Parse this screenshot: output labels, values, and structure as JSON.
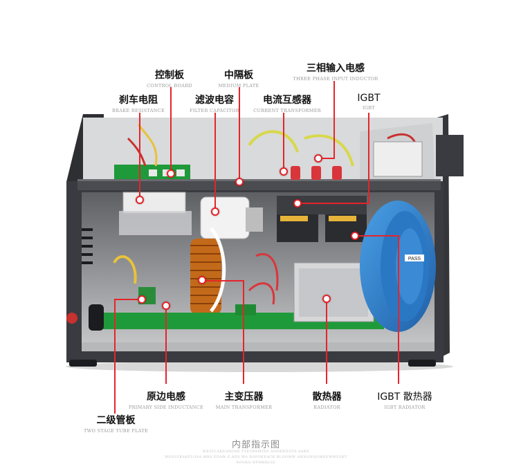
{
  "labels": {
    "control_board": {
      "zh": "控制板",
      "en": "CONTROL BOARD"
    },
    "medium_plate": {
      "zh": "中隔板",
      "en": "MEDIUM PLATE"
    },
    "three_phase_inductor": {
      "zh": "三相输入电感",
      "en": "THREE PHASE INPUT INDUCTOR"
    },
    "brake_resistance": {
      "zh": "刹车电阻",
      "en": "BRAKE RESISTANCE"
    },
    "filter_capacitor": {
      "zh": "滤波电容",
      "en": "FILTER CAPACITOR"
    },
    "current_transformer": {
      "zh": "电流互感器",
      "en": "CURRENT TRANSFORMER"
    },
    "igbt": {
      "zh": "IGBT",
      "en": "IGBT"
    },
    "primary_side_inductance": {
      "zh": "原边电感",
      "en": "PRIMARY SIDE INDUCTANCE"
    },
    "main_transformer": {
      "zh": "主变压器",
      "en": "MAIN TRANSFORMER"
    },
    "radiator": {
      "zh": "散热器",
      "en": "RADIATOR"
    },
    "igbt_radiator": {
      "zh": "IGBT 散热器",
      "en": "IGBT RADIATOR"
    },
    "two_stage_tube_plate": {
      "zh": "二级管板",
      "en": "TWO STAGE TUBE PLATE"
    }
  },
  "fan_sticker": "PASS",
  "caption": {
    "title": "内部指示图",
    "fine_1": "WESTLAKEAMOHI FTEOPAMINS ANDEWESTA AAKE",
    "fine_2": "WESGTKAKPLOSA MRS.EDAW E.ADS WA NSPOKEACK RLOOMW AHNSWQQWEEWWESKT",
    "fine_3": "KOOKS NPMBRLSS"
  },
  "colors": {
    "accent": "#e5242a",
    "case": "#2e2f33",
    "pcb": "#1f9a3a",
    "fan": "#2f86d4"
  }
}
